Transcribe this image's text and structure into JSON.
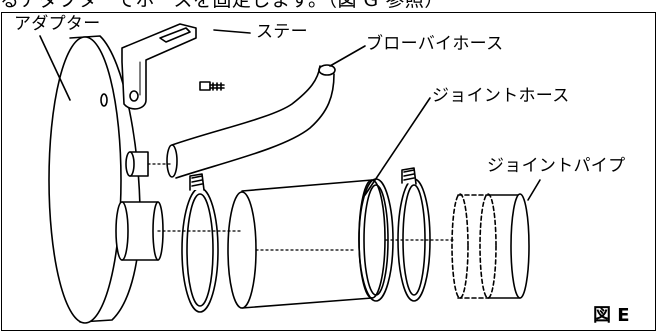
{
  "header": {
    "text": "るアダプターでホースを固定します。（図 G 参照）"
  },
  "labels": {
    "adapter": "アダプター",
    "stay": "ステー",
    "blowby_hose": "ブローバイホース",
    "joint_hose": "ジョイントホース",
    "joint_pipe": "ジョイントパイプ"
  },
  "figure_label": "図 E"
}
